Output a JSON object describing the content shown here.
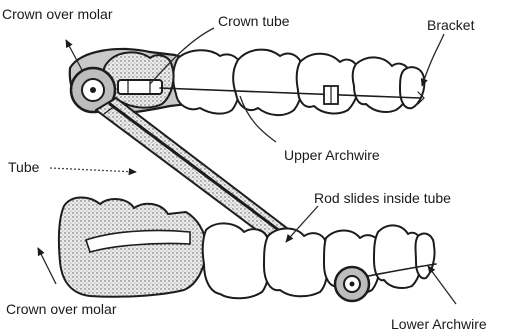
{
  "labels": {
    "crown_over_molar_top": "Crown over molar",
    "crown_tube": "Crown tube",
    "bracket": "Bracket",
    "tube": "Tube",
    "upper_archwire": "Upper Archwire",
    "rod_slides": "Rod slides inside tube",
    "crown_over_molar_bottom": "Crown over molar",
    "lower_archwire": "Lower Archwire"
  }
}
